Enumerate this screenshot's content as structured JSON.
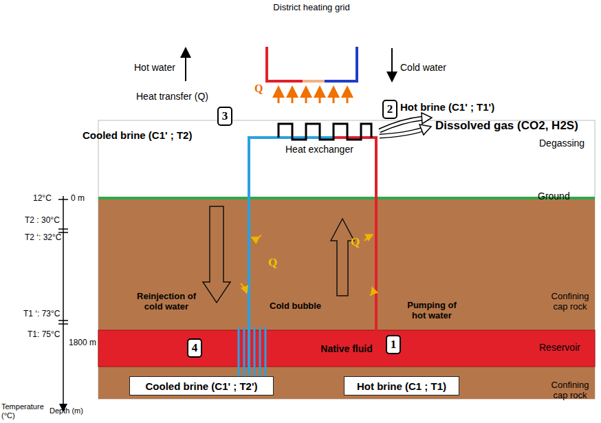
{
  "diagram": {
    "title": "District heating grid",
    "nodes": [
      {
        "text": [
          "2"
        ]
      },
      {
        "text": [
          "3"
        ]
      },
      {
        "text": [
          "Native fluid"
        ]
      },
      {
        "text": [
          "4"
        ],
        "in": 2
      },
      {
        "text": [
          "1"
        ],
        "in": 2
      },
      {
        "text": [
          "Cooled brine (C1' ; T2')"
        ]
      },
      {
        "text": [
          "Hot brine (C1 ; T1)"
        ]
      }
    ],
    "labels": [
      "Hot water",
      "Cold water",
      "Heat transfer (Q)",
      "Q",
      "Hot brine (C1' ; T1')",
      "Cooled brine (C1' ; T2)",
      "Dissolved gas (CO2, H2S)",
      "Degassing",
      "Heat exchanger",
      "Ground",
      "12°C",
      "0 m",
      "T2 : 30°C",
      "T2 ‘: 32°C",
      "Q",
      "Q",
      "Reinjection of cold water",
      "Cold bubble",
      "Pumping of hot water",
      "Confining cap rock",
      "T1 ‘: 73°C",
      "T1: 75°C",
      "1800 m",
      "Reservoir",
      "Confining cap rock",
      "Temperature (°C)",
      "Depth (m)"
    ]
  }
}
